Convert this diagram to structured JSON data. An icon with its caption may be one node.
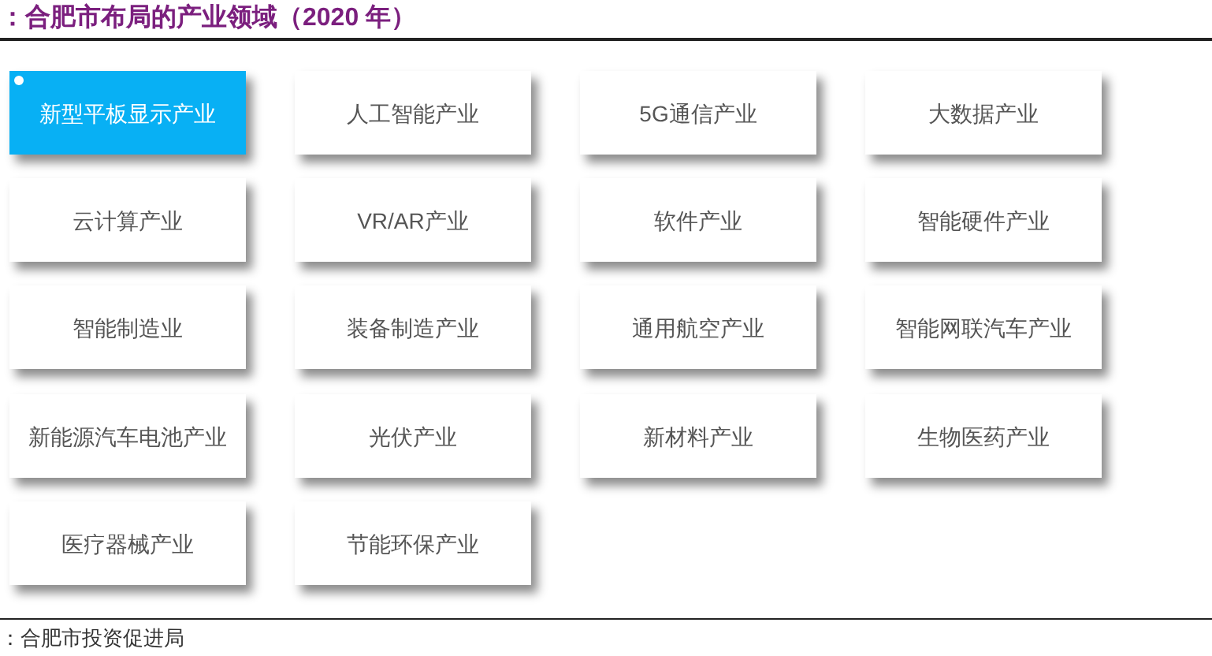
{
  "diagram": {
    "title": "：合肥市布局的产业领域（2020 年）",
    "caption": "：合肥市投资促进局",
    "nodes": [
      {
        "text": [
          "新型平板显示产业"
        ]
      },
      {
        "text": [
          "人工智能产业"
        ]
      },
      {
        "text": [
          "5G通信产业"
        ]
      },
      {
        "text": [
          "大数据产业"
        ]
      },
      {
        "text": [
          "云计算产业"
        ]
      },
      {
        "text": [
          "VR/AR产业"
        ]
      },
      {
        "text": [
          "软件产业"
        ]
      },
      {
        "text": [
          "智能硬件产业"
        ]
      },
      {
        "text": [
          "智能制造业"
        ]
      },
      {
        "text": [
          "装备制造产业"
        ]
      },
      {
        "text": [
          "通用航空产业"
        ]
      },
      {
        "text": [
          "智能网联汽车产业"
        ]
      },
      {
        "text": [
          "新能源汽车电池产业"
        ]
      },
      {
        "text": [
          "光伏产业"
        ]
      },
      {
        "text": [
          "新材料产业"
        ]
      },
      {
        "text": [
          "生物医药产业"
        ]
      },
      {
        "text": [
          "医疗器械产业"
        ]
      },
      {
        "text": [
          "节能环保产业"
        ]
      }
    ]
  }
}
